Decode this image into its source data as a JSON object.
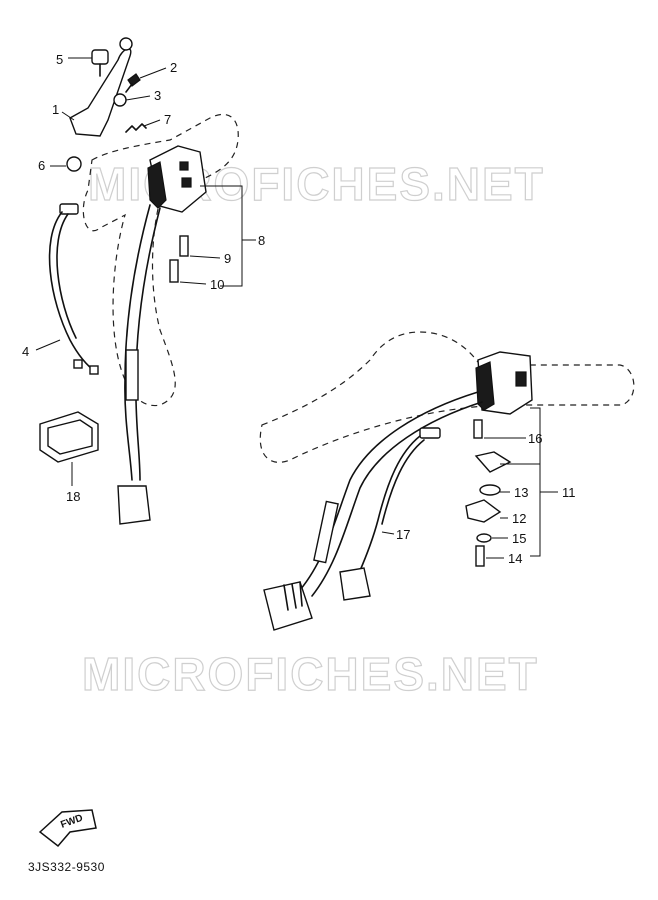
{
  "watermarks": [
    "MICROFICHES.NET",
    "MICROFICHES.NET"
  ],
  "callouts": [
    "1",
    "2",
    "3",
    "4",
    "5",
    "6",
    "7",
    "8",
    "9",
    "10",
    "11",
    "12",
    "13",
    "14",
    "15",
    "16",
    "17",
    "18"
  ],
  "arrow_label": "FWD",
  "drawing_code": "3JS332-9530"
}
